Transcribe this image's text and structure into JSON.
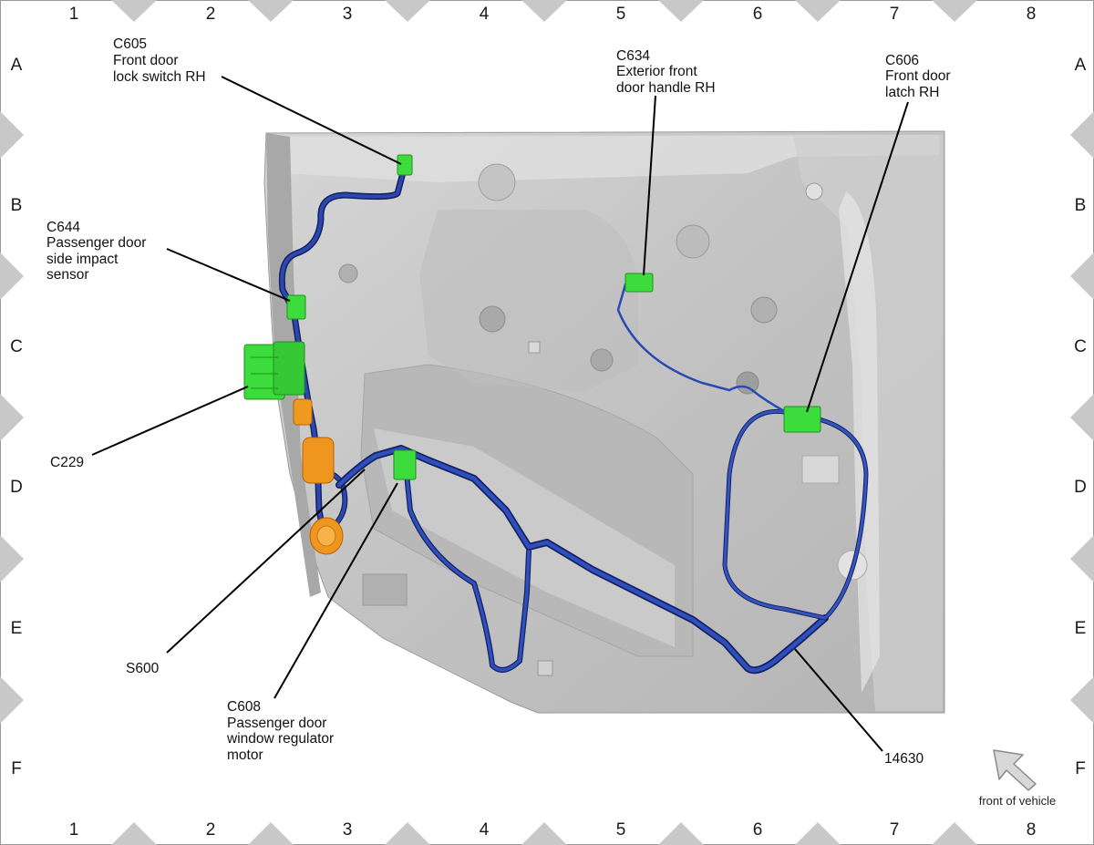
{
  "grid": {
    "columns": [
      "1",
      "2",
      "3",
      "4",
      "5",
      "6",
      "7",
      "8"
    ],
    "rows": [
      "A",
      "B",
      "C",
      "D",
      "E",
      "F"
    ]
  },
  "callouts": {
    "c605": [
      "C605",
      "Front door",
      "lock switch RH"
    ],
    "c634": [
      "C634",
      "Exterior front",
      "door handle RH"
    ],
    "c606": [
      "C606",
      "Front door",
      "latch RH"
    ],
    "c644": [
      "C644",
      "Passenger door",
      "side impact",
      "sensor"
    ],
    "c229": [
      "C229"
    ],
    "s600": [
      "S600"
    ],
    "c608": [
      "C608",
      "Passenger door",
      "window regulator",
      "motor"
    ],
    "harness": [
      "14630"
    ]
  },
  "orientation": {
    "label": "front of vehicle",
    "icon": "arrow-up-left-icon"
  },
  "colors": {
    "panel": "#c9c9c9",
    "harness": "#2a45a8",
    "connector": "#3ddc3d",
    "orange_component": "#f0961e",
    "marker": "#c8c8c8"
  }
}
